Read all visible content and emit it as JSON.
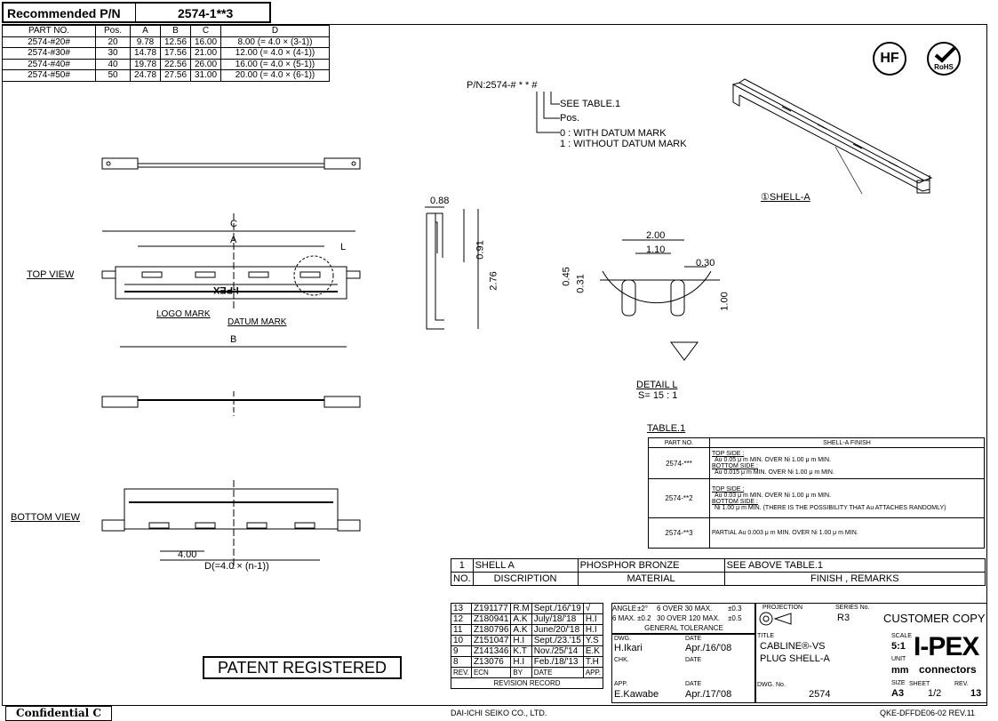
{
  "recommended": {
    "label": "Recommended P/N",
    "value": "2574-1**3",
    "headers": [
      "PART NO.",
      "Pos.",
      "A",
      "B",
      "C",
      "D"
    ],
    "rows": [
      [
        "2574-#20#",
        "20",
        "9.78",
        "12.56",
        "16.00",
        "8.00 (= 4.0 × (3-1))"
      ],
      [
        "2574-#30#",
        "30",
        "14.78",
        "17.56",
        "21.00",
        "12.00 (= 4.0 × (4-1))"
      ],
      [
        "2574-#40#",
        "40",
        "19.78",
        "22.56",
        "26.00",
        "16.00 (= 4.0 × (5-1))"
      ],
      [
        "2574-#50#",
        "50",
        "24.78",
        "27.56",
        "31.00",
        "20.00 (= 4.0 × (6-1))"
      ]
    ]
  },
  "pn_code": {
    "label": "P/N:2574-# * * #",
    "see_table": "SEE TABLE.1",
    "pos": "Pos.",
    "opt0": "0 : WITH DATUM MARK",
    "opt1": "1 : WITHOUT DATUM MARK"
  },
  "badges": {
    "hf": "HF",
    "rohs": "RoHS"
  },
  "shell_label": "①SHELL-A",
  "views": {
    "top": "TOP VIEW",
    "bottom": "BOTTOM VIEW",
    "dim_c": "C",
    "dim_a": "A",
    "dim_b": "B",
    "dim_l": "L",
    "logo_mark": "LOGO MARK",
    "datum_mark": "DATUM MARK",
    "logo_text": "I-PEX",
    "dim_400": "4.00",
    "dim_d": "D(=4.0 × (n-1))"
  },
  "side": {
    "w088": "0.88",
    "h091": "0.91",
    "h276": "2.76"
  },
  "detail": {
    "d200": "2.00",
    "d110": "1.10",
    "d030": "0.30",
    "d045": "0.45",
    "d031": "0.31",
    "d100": "1.00",
    "title": "DETAIL L",
    "scale": "S= 15 : 1"
  },
  "table1": {
    "title": "TABLE.1",
    "h1": "PART NO.",
    "h2": "SHELL-A FINISH",
    "rows": [
      {
        "part": "2574-***",
        "l1": "TOP SIDE :",
        "l2": "Au 0.05 μ m MIN. OVER Ni 1.00 μ m MIN.",
        "l3": "BOTTOM SIDE :",
        "l4": "Au 0.015 μ m MIN. OVER Ni 1.00 μ m MIN."
      },
      {
        "part": "2574-**2",
        "l1": "TOP SIDE :",
        "l2": "Au 0.03 μ m MIN. OVER Ni 1.00 μ m MIN.",
        "l3": "BOTTOM SIDE :",
        "l4": "Ni 1.00 μ m MIN. (THERE IS THE POSSIBILITY THAT Au ATTACHES RANDOMLY)"
      },
      {
        "part": "2574-**3",
        "l1": "PARTIAL Au 0.003 μ m MIN. OVER Ni 1.00 μ m MIN."
      }
    ]
  },
  "parts": {
    "no": "1",
    "name": "SHELL A",
    "material": "PHOSPHOR BRONZE",
    "finish": "SEE ABOVE TABLE.1",
    "h_no": "NO.",
    "h_desc": "DISCRIPTION",
    "h_mat": "MATERIAL",
    "h_finish": "FINISH , REMARKS"
  },
  "revisions": {
    "rows": [
      [
        "13",
        "Z191177",
        "R.M",
        "Sept./16/'19",
        "√"
      ],
      [
        "12",
        "Z180941",
        "A.K",
        "July/18/'18",
        "H.I"
      ],
      [
        "11",
        "Z180796",
        "A.K",
        "June/20/'18",
        "H.I"
      ],
      [
        "10",
        "Z151047",
        "H.I",
        "Sept./23.'15",
        "Y.S"
      ],
      [
        "9",
        "Z141346",
        "K.T",
        "Nov./25/'14",
        "E.K"
      ],
      [
        "8",
        "Z13076",
        "H.I",
        "Feb./18/'13",
        "T.H"
      ]
    ],
    "headers": [
      "REV.",
      "ECN",
      "BY",
      "DATE",
      "APP."
    ],
    "caption": "REVISION RECORD"
  },
  "tolerance": {
    "angle": "ANGLE",
    "angle_v": "±2°",
    "r1": "6 OVER 30 MAX.",
    "r1v": "±0.3",
    "r2": "6 MAX.",
    "r2v": "±0.2",
    "r3": "30 OVER 120 MAX.",
    "r3v": "±0.5",
    "caption": "GENERAL TOLERANCE"
  },
  "title_block": {
    "dwg_lbl": "DWG.",
    "dwg": "H.Ikari",
    "dwg_date_lbl": "DATE",
    "dwg_date": "Apr./16/'08",
    "chk_lbl": "CHK.",
    "chk_date_lbl": "DATE",
    "app_lbl": "APP.",
    "app": "E.Kawabe",
    "app_date_lbl": "DATE",
    "app_date": "Apr./17/'08",
    "projection_lbl": "PROJECTION",
    "series_lbl": "SERIES No.",
    "series": "R3",
    "title_lbl": "TITLE",
    "title1": "CABLINE®-VS",
    "title2": "PLUG SHELL-A",
    "dwgno_lbl": "DWG. No.",
    "dwgno": "2574",
    "copy": "CUSTOMER COPY",
    "scale_lbl": "SCALE",
    "scale": "5:1",
    "unit_lbl": "UNIT",
    "unit": "mm",
    "size_lbl": "SIZE",
    "size": "A3",
    "sheet_lbl": "SHEET",
    "sheet": "1/2",
    "rev_lbl": "REV.",
    "rev": "13",
    "logo": "I-PEX",
    "logo_sub": "connectors"
  },
  "patent": "PATENT REGISTERED",
  "confidential": "Confidential C",
  "company": "DAI-ICHI SEIKO CO., LTD.",
  "docno": "QKE-DFFDE06-02 REV.11"
}
